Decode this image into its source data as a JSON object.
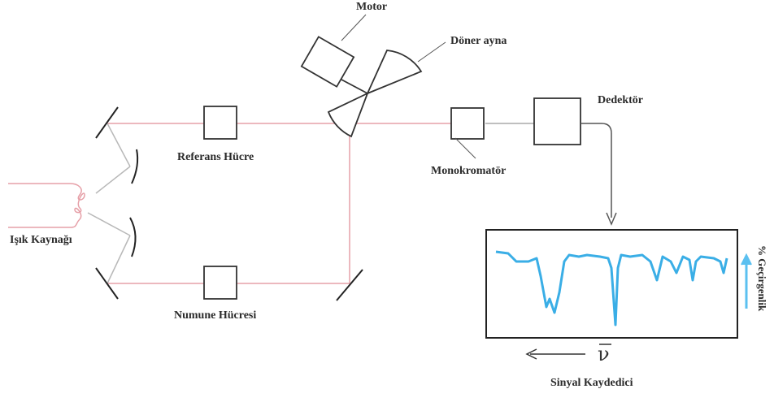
{
  "labels": {
    "motor": "Motor",
    "rotating_mirror": "Döner ayna",
    "detector": "Dedektör",
    "reference_cell": "Referans Hücre",
    "monochromator": "Monokromatör",
    "light_source": "Işık Kaynağı",
    "sample_cell": "Numune Hücresi",
    "signal_recorder": "Sinyal Kaydedici",
    "transmittance": "% Geçirgenlik",
    "wavenumber_symbol": "ν"
  },
  "colors": {
    "beam": "#e6a0a8",
    "component": "#333333",
    "spectrum": "#3aaee6",
    "arrow_axis": "#5bc0f0"
  }
}
